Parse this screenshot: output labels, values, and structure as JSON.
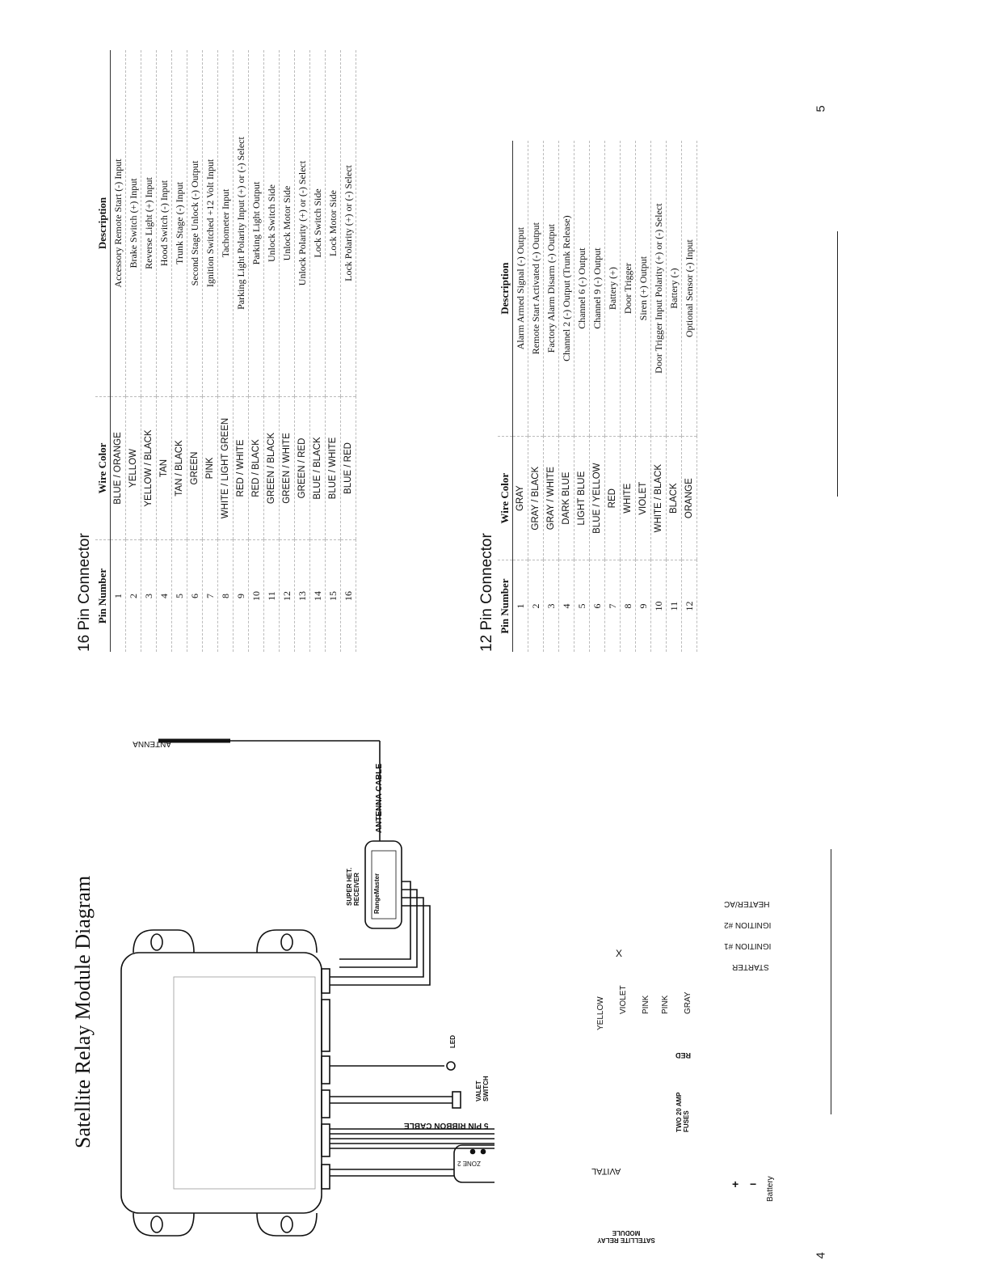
{
  "diagram": {
    "title": "Satellite Relay Module Diagram",
    "page_number": "4",
    "labels": {
      "antenna": "ANTENNA",
      "antenna_cable": "ANTENNA CABLE",
      "receiver": "SUPER HET. RECEIVER",
      "receiver_brand": "RangeMaster",
      "led": "LED",
      "valet_switch": "VALET SWITCH",
      "ribbon_cable": "5 PIN RIBBON CABLE",
      "zone": "ZONE 2",
      "module_brand": "AVITAL",
      "satellite_module": "SATELLITE RELAY MODULE",
      "fuses": "TWO 20 AMP FUSES",
      "red": "RED",
      "battery": "Battery",
      "plus": "+",
      "minus": "−",
      "starter": "STARTER",
      "ignition1": "IGNITION #1",
      "ignition2": "IGNITION #2",
      "heater": "HEATER/AC",
      "wire_yellow": "YELLOW",
      "wire_violet": "VIOLET",
      "wire_pink1": "PINK",
      "wire_pink2": "PINK",
      "wire_gray": "GRAY",
      "cut_mark": "X"
    }
  },
  "tables_page_number": "5",
  "connector16": {
    "title": "16 Pin Connector",
    "headers": [
      "Pin Number",
      "Wire Color",
      "Description"
    ],
    "rows": [
      [
        "1",
        "BLUE / ORANGE",
        "Accessory Remote Start (-) Input"
      ],
      [
        "2",
        "YELLOW",
        "Brake Switch (+) Input"
      ],
      [
        "3",
        "YELLOW / BLACK",
        "Reverse Light (+) Input"
      ],
      [
        "4",
        "TAN",
        "Hood Switch (-) Input"
      ],
      [
        "5",
        "TAN / BLACK",
        "Trunk Stage (-) Input"
      ],
      [
        "6",
        "GREEN",
        "Second Stage Unlock (-) Output"
      ],
      [
        "7",
        "PINK",
        "Ignition Switched +12 Volt Input"
      ],
      [
        "8",
        "WHITE / LIGHT GREEN",
        "Tachometer Input"
      ],
      [
        "9",
        "RED / WHITE",
        "Parking Light Polarity Input (+) or (-) Select"
      ],
      [
        "10",
        "RED / BLACK",
        "Parking Light Output"
      ],
      [
        "11",
        "GREEN / BLACK",
        "Unlock Switch Side"
      ],
      [
        "12",
        "GREEN / WHITE",
        "Unlock Motor Side"
      ],
      [
        "13",
        "GREEN / RED",
        "Unlock Polarity (+) or (-) Select"
      ],
      [
        "14",
        "BLUE / BLACK",
        "Lock Switch Side"
      ],
      [
        "15",
        "BLUE / WHITE",
        "Lock Motor Side"
      ],
      [
        "16",
        "BLUE / RED",
        "Lock Polarity (+) or (-) Select"
      ]
    ]
  },
  "connector12": {
    "title": "12 Pin Connector",
    "headers": [
      "Pin Number",
      "Wire Color",
      "Description"
    ],
    "rows": [
      [
        "1",
        "GRAY",
        "Alarm Armed Signal (-) Output"
      ],
      [
        "2",
        "GRAY / BLACK",
        "Remote Start Activated (-) Output"
      ],
      [
        "3",
        "GRAY / WHITE",
        "Factory Alarm Disarm (-) Output"
      ],
      [
        "4",
        "DARK BLUE",
        "Channel 2 (-) Output (Trunk Release)"
      ],
      [
        "5",
        "LIGHT BLUE",
        "Channel 6 (-) Output"
      ],
      [
        "6",
        "BLUE / YELLOW",
        "Channel 9 (-) Output"
      ],
      [
        "7",
        "RED",
        "Battery (+)"
      ],
      [
        "8",
        "WHITE",
        "Door Trigger"
      ],
      [
        "9",
        "VIOLET",
        "Siren (+) Output"
      ],
      [
        "10",
        "WHITE / BLACK",
        "Door Trigger Input Polarity (+) or (-) Select"
      ],
      [
        "11",
        "BLACK",
        "Battery (-)"
      ],
      [
        "12",
        "ORANGE",
        "Optional Sensor (-) Input"
      ]
    ]
  }
}
